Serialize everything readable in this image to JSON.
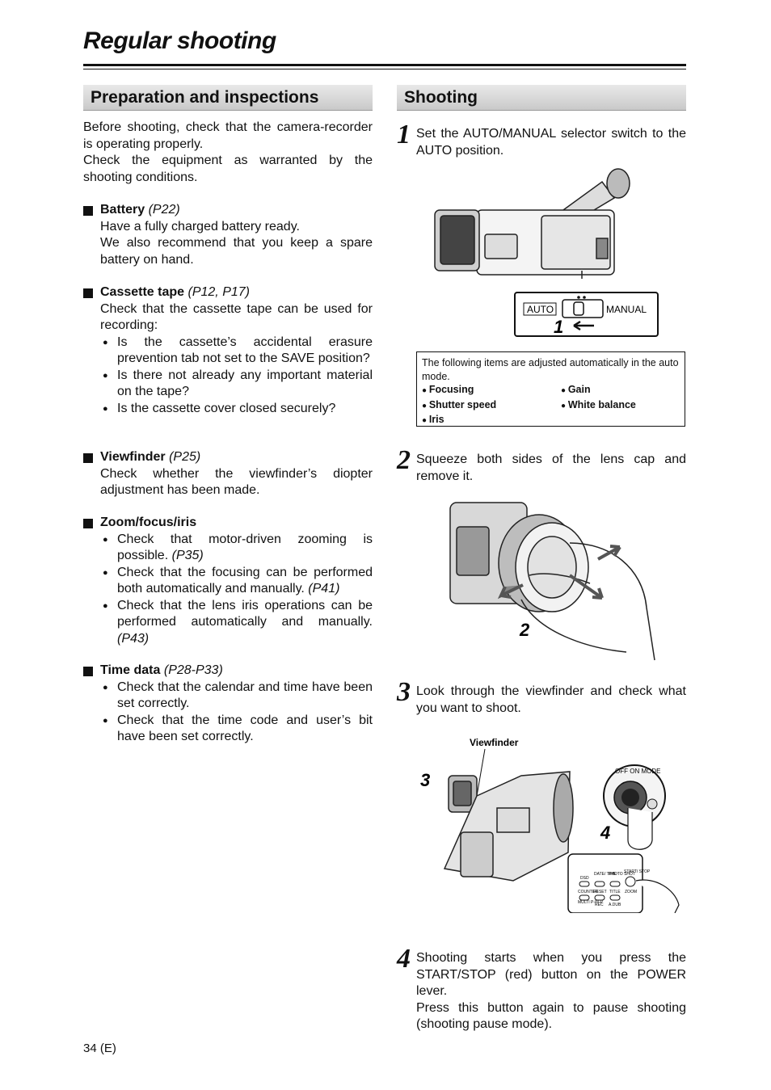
{
  "title": "Regular shooting",
  "left": {
    "heading": "Preparation and inspections",
    "intro": "Before shooting, check that the camera-recorder is operating properly.",
    "intro2": "Check the equipment as warranted by the shooting conditions.",
    "battery": {
      "label": "Battery",
      "ref": "(P22)",
      "lines": [
        "Have a fully charged battery ready.",
        "We also recommend that you keep a spare battery on hand."
      ]
    },
    "cassette": {
      "label": "Cassette tape",
      "ref": "(P12, P17)",
      "body": "Check that the cassette tape can be used for recording:",
      "bullets": [
        "Is the cassette’s accidental erasure prevention tab not set to the SAVE position?",
        "Is there not already any important material on the tape?",
        "Is the cassette cover closed securely?"
      ]
    },
    "viewfinder": {
      "label": "Viewfinder",
      "ref": "(P25)",
      "body": "Check whether the viewfinder’s diopter adjustment has been made."
    },
    "zoom": {
      "label": "Zoom/focus/iris",
      "bullets": [
        {
          "text": "Check that motor-driven zooming is possible.",
          "ref": "(P35)"
        },
        {
          "text": "Check that the focusing can be performed both automatically and manually.",
          "ref": "(P41)"
        },
        {
          "text": "Check that the lens iris operations can be performed automatically and manually.",
          "ref": "(P43)"
        }
      ]
    },
    "timedata": {
      "label": "Time data",
      "ref": "(P28-P33)",
      "bullets": [
        "Check that the calendar and time have been set correctly.",
        "Check that the time code and user’s bit have been set correctly."
      ]
    }
  },
  "right": {
    "heading": "Shooting",
    "steps": [
      {
        "num": "1",
        "text": "Set the AUTO/MANUAL selector switch to the AUTO position."
      },
      {
        "num": "2",
        "text": "Squeeze both sides of the lens cap and remove it."
      },
      {
        "num": "3",
        "text": "Look through the viewfinder and check what you want to shoot."
      },
      {
        "num": "4",
        "text": "Shooting starts when you press the START/STOP (red) button on the POWER lever.",
        "text2": "Press this button again to pause shooting (shooting pause mode)."
      }
    ],
    "fig1": {
      "auto": "AUTO",
      "manual": "MANUAL",
      "callout": "1"
    },
    "autobox": {
      "intro": "The following items are adjusted automatically in the auto mode.",
      "items": [
        "Focusing",
        "Gain",
        "Shutter speed",
        "White balance",
        "Iris"
      ]
    },
    "fig2": {
      "callout": "2"
    },
    "fig3": {
      "viewfinder_label": "Viewfinder",
      "callout3": "3",
      "callout4": "4",
      "dial_label": "OFF ON MODE",
      "remote_keys": [
        "DSD",
        "DATE/ TIME",
        "PHOTO SHOT",
        "START/ STOP",
        "COUNTER",
        "RESET",
        "TITLE",
        "ZOOM",
        "MULTI P-IN-P",
        "REC",
        "A.DUB"
      ]
    }
  },
  "page_number": "34 (E)"
}
